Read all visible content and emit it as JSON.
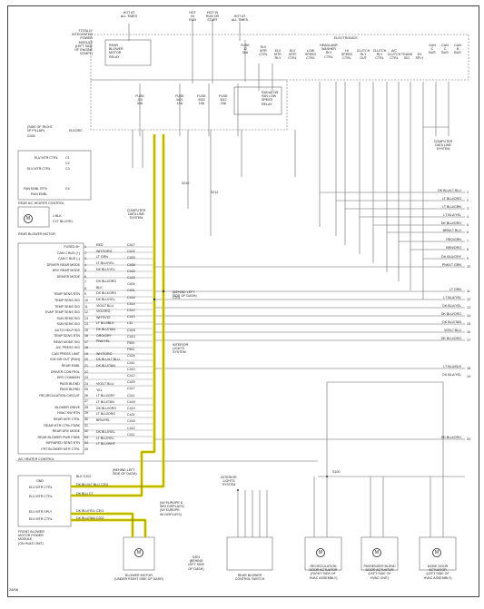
{
  "page_label": "28/08",
  "power_feeds": [
    {
      "id": "hot-all-times-1",
      "lines": [
        "HOT AT",
        "ALL TIMES"
      ]
    },
    {
      "id": "hot-in-run",
      "lines": [
        "HOT",
        "IN",
        "RUN"
      ]
    },
    {
      "id": "hot-in-run-start",
      "lines": [
        "HOT IN",
        "RUN OR",
        "START"
      ]
    },
    {
      "id": "hot-all-times-2",
      "lines": [
        "HOT AT",
        "ALL TIMES"
      ]
    }
  ],
  "top_left_module": [
    "TOTALLY",
    "INTEGRATED",
    "POWER",
    "MODULE",
    "(LEFT SIDE",
    "OF ENGINE",
    "COMPT)"
  ],
  "electronics_label": "ELECTRONICS",
  "rear_blower_relay": [
    "REAR",
    "BLOWER",
    "MOTOR",
    "RELAY"
  ],
  "top_relay_labels": [
    [
      "FUSE",
      "J2",
      "30A"
    ],
    [
      "ELV",
      "MTR",
      "CTRL"
    ],
    [
      "ELV",
      "MTR",
      "RLY"
    ],
    [
      "ELV",
      "MTR",
      "CTRL"
    ],
    [
      "LOW",
      "SPEED",
      "CTRL"
    ],
    [
      "HEADLAMP",
      "WASHER",
      "RLY",
      "CTRL"
    ],
    [
      "HI",
      "SPEED",
      "CTRL"
    ],
    [
      "CLUTCH",
      "RLY",
      "OUT"
    ],
    [
      "CLUTCH",
      "RLY",
      "CTRL"
    ],
    [
      "A/C",
      "CLUTCH",
      "CTRL"
    ],
    [
      "TRANS",
      "SIG"
    ],
    [
      "EV",
      "SPLY"
    ],
    [
      "CAN",
      "C",
      "BUS"
    ],
    [
      "CAN",
      "C",
      "BUS"
    ],
    [
      "CAN",
      "B",
      "BUS"
    ]
  ],
  "fuses_lower": [
    [
      "FUSE",
      "J10",
      "30A"
    ],
    [
      "FUSE",
      "M21",
      "10A"
    ],
    [
      "FUSE",
      "M15",
      "15A"
    ],
    [
      "FUSE",
      "M12",
      "20A"
    ]
  ],
  "radiator_relay": [
    "RADIATOR",
    "FAN LOW",
    "SPEED",
    "RELAY"
  ],
  "ground_note": [
    "(SIDE OF RIGHT",
    "I/P PILLAR)"
  ],
  "splice_labels": {
    "s1": "G300",
    "s2": "ELKORC"
  },
  "computer_data_top": [
    "COMPUTER",
    "DATA LINE",
    "SYSTEM"
  ],
  "computer_data_mid": [
    "COMPUTER",
    "DATA LINE",
    "SYSTEM"
  ],
  "rear_ac_module": {
    "pins": [
      "C1",
      "C2",
      "C3",
      "C4"
    ],
    "labels": [
      "ELV MTR CTRL",
      "ELV MTR CTRL",
      "FAN ENBL RTN",
      "RUN ENBL"
    ]
  },
  "rear_ac_heater_control": "REAR A/C HEATER CONTROL",
  "rear_blower_motor": "REAR BLOWER MOTOR",
  "rear_blower_pins": [
    {
      "n": "1",
      "c": "BLK"
    },
    {
      "n": "2",
      "c": "LT BLU/YEL"
    },
    {
      "n": "3",
      "c": "DK BLU/TAN"
    }
  ],
  "hvac_left_labels": [
    "FUSED B+",
    "CAN C BUS (+)",
    "CAN C BUS (-)",
    "DRIVER REAR MODE",
    "DRV REAR MODE",
    "DRIVER MODE",
    "",
    "",
    "TEMP SENS RTN",
    "TEMP SENS SIG",
    "TEMP SENS SIG",
    "EVAP TEMP SENS SIG",
    "SUN SENS SIG",
    "SUN SENS SIG",
    "AUTO HDLP SIG",
    "TEMP SENS RTN",
    "REAR MODE SIG",
    "A/C PRESS SIG",
    "CAN PRESS LIMIT",
    "IGN SW OUT (RUN)",
    "REAR ENBL",
    "DRIVER CONTROL",
    "DRV COMMON",
    "PASS BLEND",
    "PASS BLEND",
    "RECIRCULATION CIRCUIT",
    "",
    "BLOWER DRIVE",
    "HVAC SW RTN",
    "REAR MTR CTRL",
    "REAR MTR CTRL FDBK",
    "REAR DRV MODE",
    "REAR BLOWER PWR FDBK",
    "INFRARED SENS RTN",
    "FRT BLOWER MTR CTRL"
  ],
  "hvac_wire_colors": [
    "RED",
    "WHT/ORG",
    "LT GRN",
    "LT BLU/YEL",
    "DK BLU/YEL",
    "",
    "DK BLU/ORG",
    "BLK",
    "DK BLU/ORG",
    "DK BLU/YEL",
    "VIO/LT BLU",
    "VIO/ORG",
    "WHT/VIO",
    "LT BLU/BLK",
    "DK BLU/TAN",
    "ORG/GRY",
    "PNK/YEL",
    "",
    "WHT/ORG",
    "DK BLU/LT BLU",
    "DK BLU/TAN",
    "",
    "",
    "VIO/LT BLU",
    "YEL",
    "LT BLU/GRY",
    "LT BLU/TAN",
    "DK BLU/ORG",
    "LT BLU/ORG",
    "BRN/YEL",
    "",
    "DK BLU/YEL",
    "LT BLU/YEL",
    "LT BLU/WHT"
  ],
  "hvac_connectors": [
    "C417",
    "C402",
    "C403",
    "C408",
    "C402",
    "C423",
    "C404",
    "C401",
    "C416",
    "C414",
    "C412",
    "C410",
    "L31",
    "C418",
    "C413",
    "F500",
    "F502",
    "C424",
    "C411",
    "C410",
    "C412",
    "C429",
    "C417",
    "C411",
    "C418",
    "C419",
    "C421",
    "C416",
    "C412",
    "C411"
  ],
  "interior_lights_mid": [
    "INTERIOR",
    "LIGHTS",
    "SYSTEM"
  ],
  "splice_mid": [
    "(BEHIND LEFT",
    "SIDE OF DASH)"
  ],
  "right_harness": [
    {
      "c": "DK BLU/LT BLU",
      "n": "1"
    },
    {
      "c": "LT BLU/ORG",
      "n": "2"
    },
    {
      "c": "LT BLU/GRN",
      "n": "3"
    },
    {
      "c": "LT BLU/YEL",
      "n": "4"
    },
    {
      "c": "DK BLU/ORG",
      "n": "5"
    },
    {
      "c": "BRN/LT BLU",
      "n": "6"
    },
    {
      "c": "RED/GRN",
      "n": "7"
    },
    {
      "c": "BRN/ORG",
      "n": "8"
    },
    {
      "c": "DK BLU/GRY",
      "n": "9"
    },
    {
      "c": "PNK/LT GRN",
      "n": "10"
    },
    {
      "c": "LT GRN",
      "n": "11"
    },
    {
      "c": "LT BLU/YEL",
      "n": "12"
    },
    {
      "c": "DK BLU/YEL",
      "n": "13"
    },
    {
      "c": "DK BLU/ORG",
      "n": "14"
    },
    {
      "c": "DK BLU/TAN",
      "n": "15"
    },
    {
      "c": "VIO/LT BLU",
      "n": "16"
    },
    {
      "c": "DK BLU/ORG",
      "n": "17"
    },
    {
      "c": "LT BLU/BLK",
      "n": "18"
    },
    {
      "c": "DK BLU/YEL",
      "n": "19"
    },
    {
      "c": "DK BLU/ORG",
      "n": "20"
    }
  ],
  "ac_heater_control": "A/C HEATER CONTROL",
  "front_module": {
    "title": [
      "FRONT BLOWER",
      "MOTOR POWER",
      "MODULE",
      "(ON HVAC UNIT)"
    ],
    "pins": [
      "GND",
      "ELV MTR CTRL",
      "ELV MTR CTRL",
      "",
      "ELV MTR SPLY",
      "ELV MTR CTRL"
    ]
  },
  "front_wires": [
    {
      "c": "BLK",
      "conn": "C202"
    },
    {
      "c": "DK BLU/LT BLU",
      "conn": "C201"
    },
    {
      "c": "DK BLU",
      "conn": "C7"
    },
    {
      "c": "DK BLU/YEL",
      "conn": "C301"
    },
    {
      "c": "DK BLU/TAN",
      "conn": "C202"
    }
  ],
  "splice_front": [
    "(BEHIND LEFT",
    "SIDE OF DASH)"
  ],
  "blower_motor": [
    "BLOWER MOTOR",
    "(UNDER RIGHT SIDE OF DASH)"
  ],
  "g301": [
    "G301",
    "(BEHIND",
    "LEFT SIDE",
    "OF DASH)"
  ],
  "rear_blower_switch": [
    "REAR BLOWER",
    "CONTROL SWITCH"
  ],
  "interior_lights_low": [
    "INTERIOR",
    "LIGHTS",
    "SYSTEM"
  ],
  "eyebrow_note": [
    "(W/ EUROPE &",
    "W/O DISPLAYS)",
    "(W/ EUROPE",
    "W/ DISPLAYS)"
  ],
  "actuators": [
    [
      "RECIRCULATION",
      "DOOR ACTUATOR",
      "(RIGHT SIDE OF",
      "HVAC ASSEMBLY)"
    ],
    [
      "PASSENGER BLEND",
      "DOOR ACTUATOR",
      "(LEFT SIDE OF",
      "HVAC UNIT)"
    ],
    [
      "MODE DOOR",
      "ACTUATOR",
      "(LEFT SIDE OF",
      "HVAC ASSEMBLY)"
    ]
  ],
  "misc": {
    "s100": "S100",
    "s210": "S210",
    "s212": "S212",
    "c201": "C201",
    "lt_blu_wht": "LT BLU/WHT",
    "dk_blu_tan": "DK BLU/TAN",
    "pnk": "PNK/YEL"
  }
}
